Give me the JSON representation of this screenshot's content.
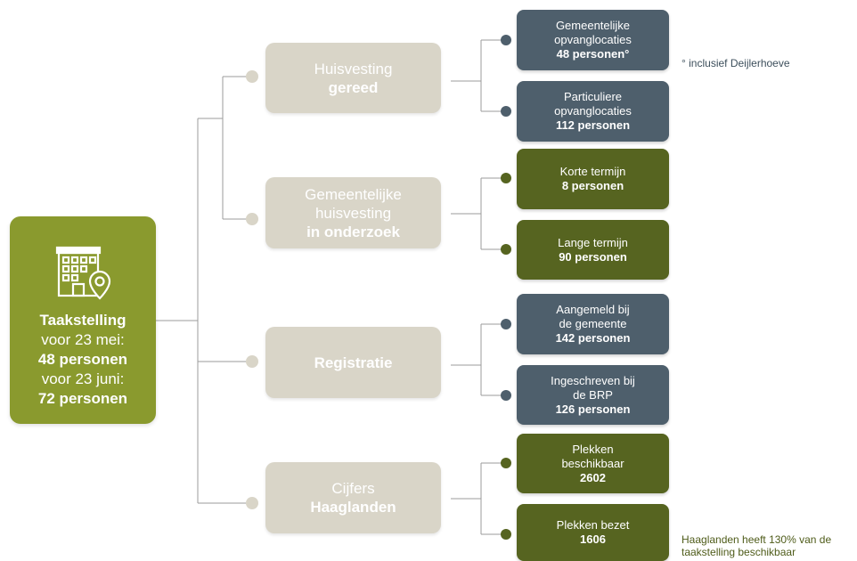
{
  "colors": {
    "root": "#8a9a2e",
    "mid_box": "#d9d5c8",
    "slate_leaf": "#4e5f6c",
    "olive_leaf": "#566420",
    "connector": "#9b9b9b"
  },
  "root": {
    "icon": "building-location-icon",
    "title": "Taakstelling",
    "line1": "voor 23 mei:",
    "line2": "48 personen",
    "line3": "voor 23 juni:",
    "line4": "72 personen"
  },
  "branches": [
    {
      "line1": "Huisvesting",
      "line2": "",
      "bold": "gereed"
    },
    {
      "line1": "Gemeentelijke",
      "line2": "huisvesting",
      "bold": "in onderzoek"
    },
    {
      "line1": "",
      "line2": "",
      "bold": "Registratie"
    },
    {
      "line1": "Cijfers",
      "line2": "",
      "bold": "Haaglanden"
    }
  ],
  "leaves": [
    {
      "line1": "Gemeentelijke",
      "line2": "opvanglocaties",
      "bold": "48 personen°"
    },
    {
      "line1": "Particuliere",
      "line2": "opvanglocaties",
      "bold": "112 personen"
    },
    {
      "line1": "Korte termijn",
      "line2": "",
      "bold": "8 personen"
    },
    {
      "line1": "Lange termijn",
      "line2": "",
      "bold": "90 personen"
    },
    {
      "line1": "Aangemeld bij",
      "line2": "de gemeente",
      "bold": "142 personen"
    },
    {
      "line1": "Ingeschreven bij",
      "line2": "de BRP",
      "bold": "126 personen"
    },
    {
      "line1": "Plekken",
      "line2": "beschikbaar",
      "bold": "2602"
    },
    {
      "line1": "Plekken bezet",
      "line2": "",
      "bold": "1606"
    }
  ],
  "notes": {
    "deijlerhoeve": "° inclusief  Deijlerhoeve",
    "haaglanden": "Haaglanden heeft 130% van de taakstelling beschikbaar"
  }
}
